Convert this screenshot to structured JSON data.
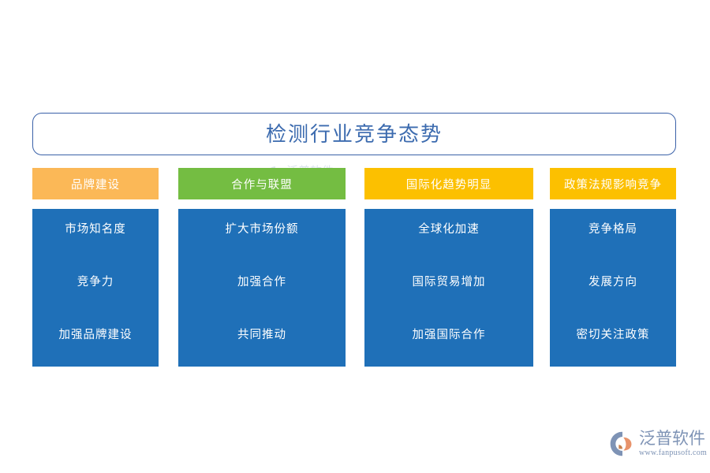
{
  "title": {
    "text": "检测行业竞争态势"
  },
  "colors": {
    "title_border": "#3A61A8",
    "title_text": "#3C6BAF",
    "body_blue": "#1F70B8",
    "header_orange": "#FBB857",
    "header_green": "#74BD42",
    "header_gold": "#FCC000",
    "logo_blue_gray": "#7E93B5",
    "logo_accent": "#E8936B"
  },
  "columns": [
    {
      "header": "品牌建设",
      "header_color": "#FBB857",
      "items": [
        "市场知名度",
        "竞争力",
        "加强品牌建设"
      ]
    },
    {
      "header": "合作与联盟",
      "header_color": "#74BD42",
      "items": [
        "扩大市场份额",
        "加强合作",
        "共同推动"
      ]
    },
    {
      "header": "国际化趋势明显",
      "header_color": "#FCC000",
      "items": [
        "全球化加速",
        "国际贸易增加",
        "加强国际合作"
      ]
    },
    {
      "header": "政策法规影响竞争",
      "header_color": "#FCC000",
      "items": [
        "竞争格局",
        "发展方向",
        "密切关注政策"
      ]
    }
  ],
  "watermark": {
    "brand_cn": "泛普软件",
    "brand_en": "FANPU SOFTWARE"
  },
  "logo": {
    "brand_cn": "泛普软件",
    "url": "www.fanpusoft.com"
  }
}
